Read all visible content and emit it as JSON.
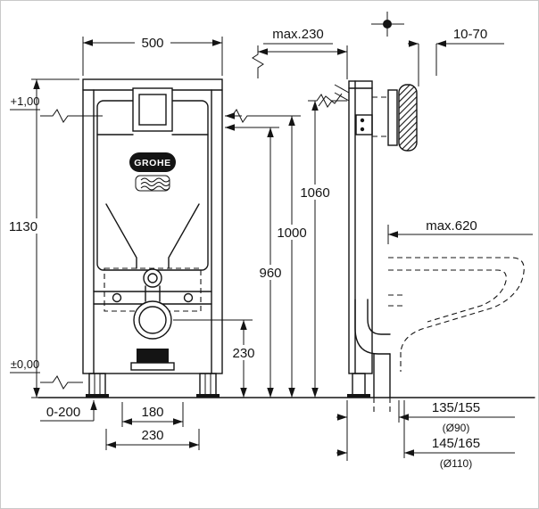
{
  "brand": "GROHE",
  "front_view": {
    "width": "500",
    "height": "1130",
    "datum_top": "+1,00",
    "datum_floor": "±0,00",
    "foot_adjustment": "0-200",
    "fixing_distance": "180",
    "outlet_distance": "230",
    "outlet_height": "230",
    "flush_pipe_height": "960",
    "meter_mark_height": "1000",
    "plate_center_height": "1060",
    "max_wall_offset": "max.230"
  },
  "side_view": {
    "plate_depth_range": "10-70",
    "max_bowl_depth": "max.620",
    "outlet_90_offset": "135/155",
    "outlet_90_diameter": "(Ø90)",
    "outlet_110_offset": "145/165",
    "outlet_110_diameter": "(Ø110)"
  }
}
